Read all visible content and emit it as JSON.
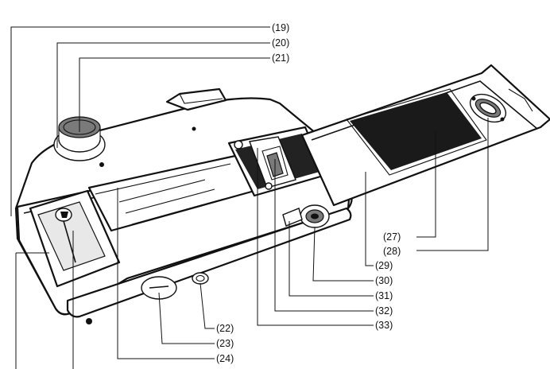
{
  "callouts": {
    "c19": "(19)",
    "c20": "(20)",
    "c21": "(21)",
    "c22": "(22)",
    "c23": "(23)",
    "c24": "(24)",
    "c27": "(27)",
    "c28": "(28)",
    "c29": "(29)",
    "c30": "(30)",
    "c31": "(31)",
    "c32": "(32)",
    "c33": "(33)"
  },
  "colors": {
    "ink": "#111111",
    "shade": "#7a7a7a",
    "paper": "#ffffff"
  }
}
